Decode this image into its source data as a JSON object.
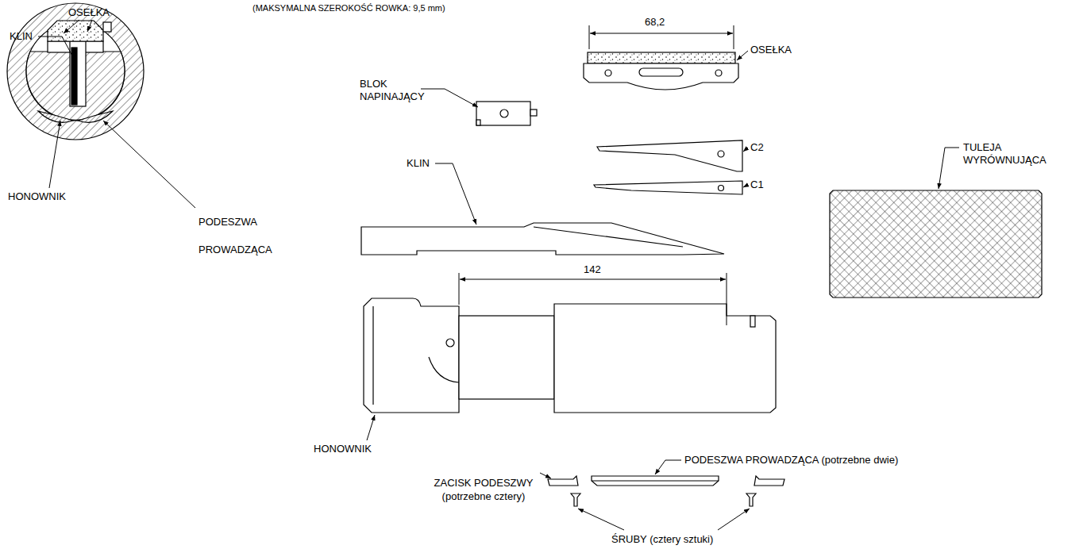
{
  "diagram": {
    "labels": [
      "(MAKSYMALNA SZEROKOŚĆ ROWKA: 9,5 mm)",
      "OSEŁKA",
      "KLIN",
      "HONOWNIK",
      "PODESZWA PROWADZĄCA",
      "68,2",
      "BLOK NAPINAJĄCY",
      "OSEŁKA",
      "C2",
      "C1",
      "KLIN",
      "142",
      "TULEJA WYRÓWNUJĄCA",
      "HONOWNIK",
      "PODESZWA PROWADZĄCA (potrzebne dwie)",
      "ZACISK PODESZWY (potrzebne cztery)",
      "ŚRUBY (cztery sztuki)"
    ]
  }
}
